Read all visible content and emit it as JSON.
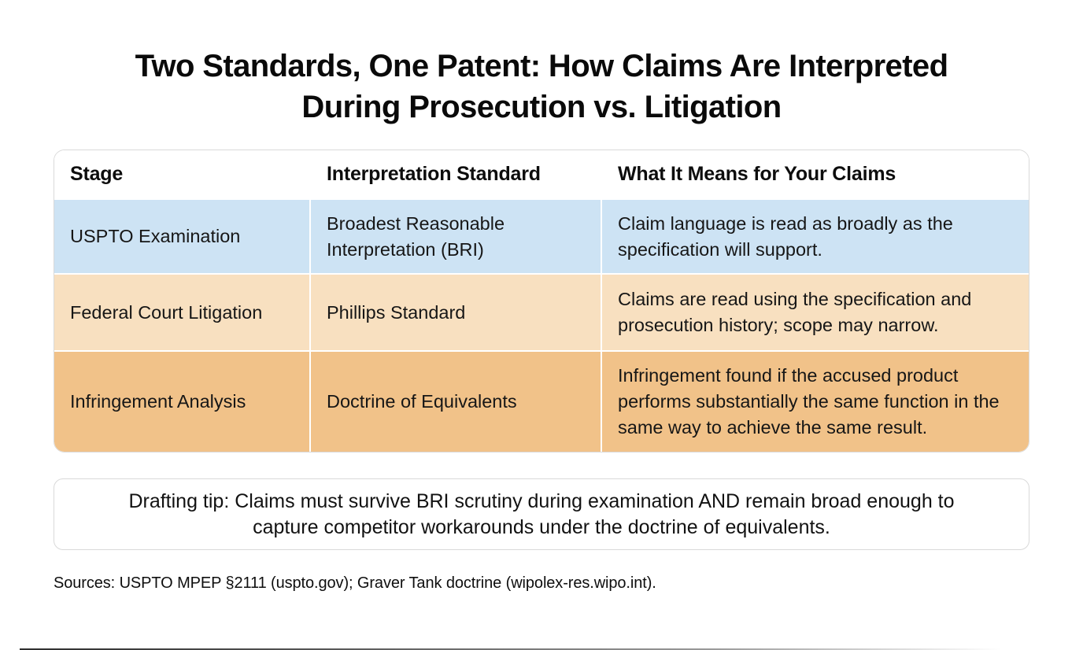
{
  "chart_data": {
    "type": "table",
    "title": "Two Standards, One Patent: How Claims Are Interpreted During Prosecution vs. Litigation",
    "title_lines": [
      "Two Standards, One Patent: How Claims Are Interpreted",
      "During Prosecution vs. Litigation"
    ],
    "columns": [
      "Stage",
      "Interpretation Standard",
      "What It Means for Your Claims"
    ],
    "rows": [
      {
        "stage": "USPTO Examination",
        "standard": "Broadest Reasonable Interpretation (BRI)",
        "meaning": "Claim language is read as broadly as the specification will support."
      },
      {
        "stage": "Federal Court Litigation",
        "standard": "Phillips Standard",
        "meaning": "Claims are read using the specification and prosecution history; scope may narrow."
      },
      {
        "stage": "Infringement Analysis",
        "standard": "Doctrine of Equivalents",
        "meaning": "Infringement found if the accused product performs substantially the same function in the same way to achieve the same result."
      }
    ],
    "row_colors": [
      "#cde3f4",
      "#f8e0c0",
      "#f1c289"
    ],
    "tip": "Drafting tip: Claims must survive BRI scrutiny during examination AND remain broad enough to capture competitor workarounds under the doctrine of equivalents.",
    "tip_lines": [
      "Drafting tip: Claims must survive BRI scrutiny during examination AND remain broad enough to",
      "capture competitor workarounds under the doctrine of equivalents."
    ],
    "sources": "Sources: USPTO MPEP §2111 (uspto.gov); Graver Tank doctrine (wipolex-res.wipo.int).",
    "layout": {
      "border_color": "#d9d9d9",
      "legend_position": "none",
      "grid": "off"
    }
  }
}
